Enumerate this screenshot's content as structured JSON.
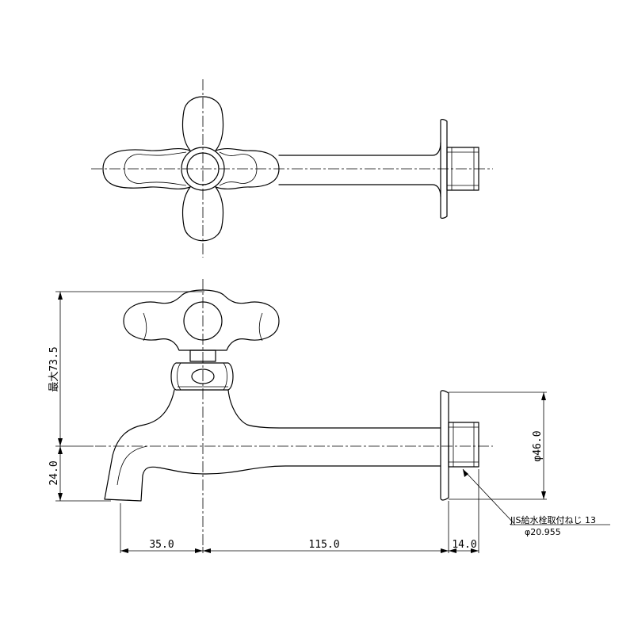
{
  "dimensions": {
    "max_height": "最大73.5",
    "spout_drop": "24.0",
    "spout_offset": "35.0",
    "body_length": "115.0",
    "thread_length": "14.0",
    "flange_diameter": "φ46.0"
  },
  "thread_note": {
    "line1": "JIS給水栓取付ねじ 13",
    "line2": "φ20.955"
  }
}
